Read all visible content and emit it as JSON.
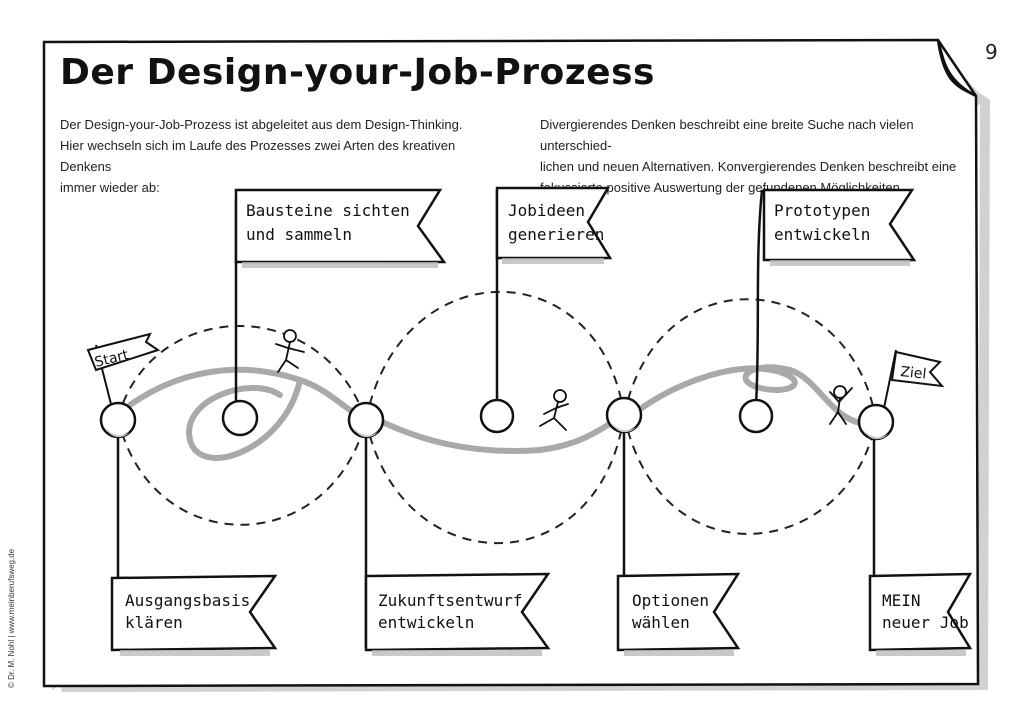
{
  "title": "Der Design-your-Job-Prozess",
  "page_number": "9",
  "intro_left": [
    "Der Design-your-Job-Prozess ist abgeleitet aus dem Design-Thinking.",
    "Hier wechseln sich im Laufe des Prozesses zwei Arten des kreativen Denkens",
    "immer wieder ab:"
  ],
  "intro_right": [
    "Divergierendes Denken beschreibt eine breite Suche nach vielen unterschied-",
    "lichen und neuen Alternativen. Konvergierendes Denken beschreibt eine",
    "fokussierte positive Auswertung der gefundenen Möglichkeiten."
  ],
  "top_flags": [
    {
      "line1": "Bausteine sichten",
      "line2": "und sammeln"
    },
    {
      "line1": "Jobideen",
      "line2": "generieren"
    },
    {
      "line1": "Prototypen",
      "line2": "entwickeln"
    }
  ],
  "bottom_flags": [
    {
      "line1": "Ausgangsbasis",
      "line2": "klären"
    },
    {
      "line1": "Zukunftsentwurf",
      "line2": "entwickeln"
    },
    {
      "line1": "Optionen",
      "line2": "wählen"
    },
    {
      "line1": "MEIN",
      "line2": "neuer Job"
    }
  ],
  "start_label": "Start",
  "goal_label": "Ziel",
  "credit": "© Dr. M. Nohl | www.meinberufsweg.de"
}
